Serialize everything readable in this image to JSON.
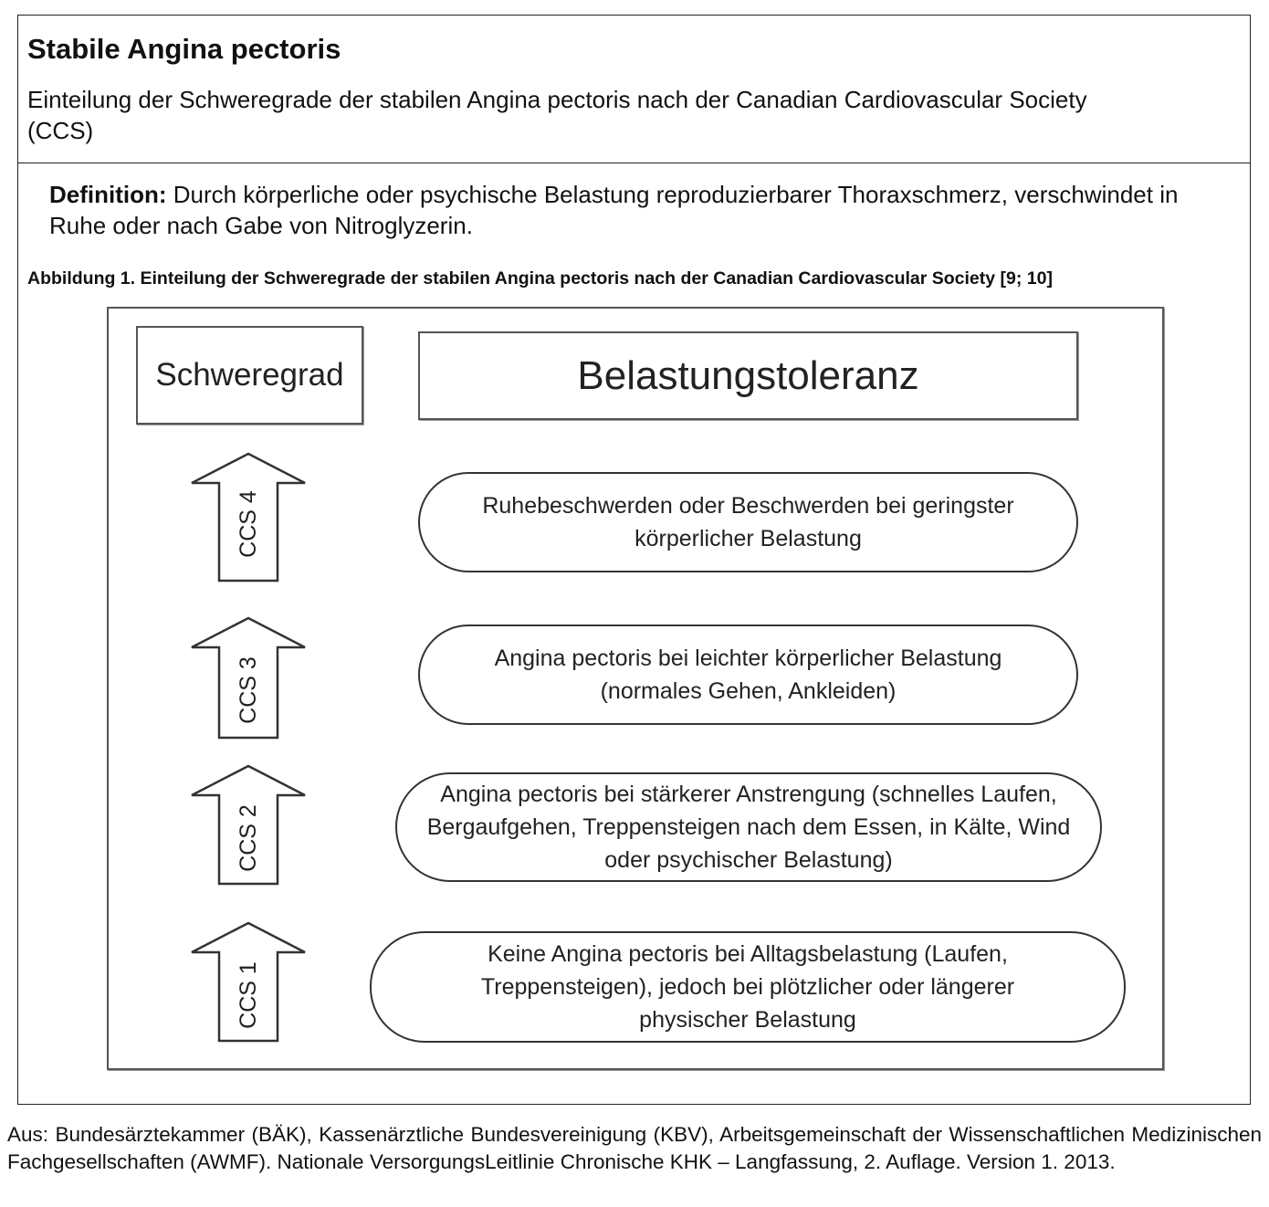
{
  "header": {
    "title": "Stabile Angina pectoris",
    "subtitle": "Einteilung der Schweregrade der stabilen Angina pectoris nach der Canadian Cardiovascular Society (CCS)"
  },
  "definition": {
    "label": "Definition:",
    "text": " Durch körperliche oder psychische Belastung reproduzierbarer Thoraxschmerz, verschwindet in Ruhe oder nach Gabe von Nitroglyzerin."
  },
  "figure": {
    "caption": "Abbildung 1. Einteilung der Schweregrade der stabilen Angina pectoris nach der Canadian Cardiovascular Society [9; 10]",
    "column_left": "Schweregrad",
    "column_right": "Belastungstoleranz",
    "levels": [
      {
        "grade": "CCS 4",
        "tolerance": "Ruhebeschwerden oder Beschwerden bei geringster körperlicher Belastung"
      },
      {
        "grade": "CCS 3",
        "tolerance": "Angina pectoris bei leichter körperlicher Belastung (normales Gehen, Ankleiden)"
      },
      {
        "grade": "CCS 2",
        "tolerance": "Angina pectoris bei stärkerer Anstrengung (schnelles Laufen, Bergaufgehen, Treppensteigen nach dem Essen, in Kälte, Wind oder psychischer Belastung)"
      },
      {
        "grade": "CCS 1",
        "tolerance": "Keine Angina pectoris bei Alltagsbelastung (Laufen, Treppensteigen), jedoch bei plötzlicher oder längerer physischer Belastung"
      }
    ]
  },
  "footer": {
    "source": "Aus: Bundesärztekammer (BÄK), Kassenärztliche Bundesvereinigung (KBV), Arbeitsgemeinschaft der Wissenschaftlichen Medizinischen Fachgesellschaften (AWMF). Nationale VersorgungsLeitlinie Chronische KHK – Langfassung, 2. Auflage. Version 1. 2013."
  }
}
